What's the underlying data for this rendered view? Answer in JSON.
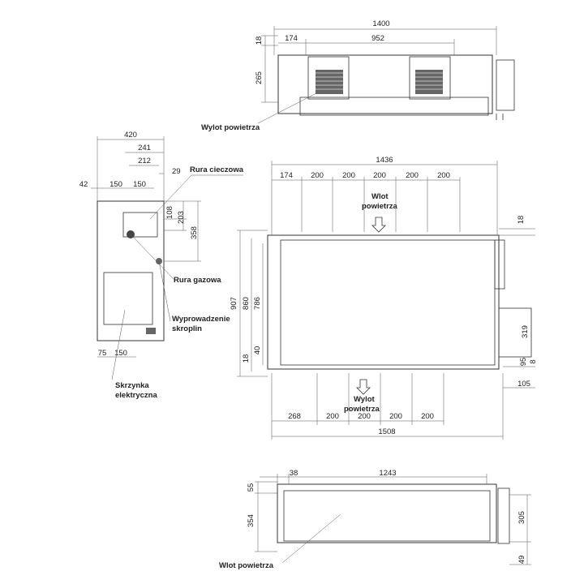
{
  "labels": {
    "wylot_top": "Wylot powietrza",
    "rura_cieczowa": "Rura cieczowa",
    "rura_gazowa": "Rura gazowa",
    "wyprowadzenie_1": "Wyprowadzenie",
    "wyprowadzenie_2": "skroplin",
    "skrzynka_1": "Skrzynka",
    "skrzynka_2": "elektryczna",
    "wlot_main_1": "Wlot",
    "wlot_main_2": "powietrza",
    "wylot_main_1": "Wylot",
    "wylot_main_2": "powietrza",
    "wlot_bottom": "Wlot powietrza"
  },
  "dims_top": {
    "total": "1400",
    "left": "174",
    "span": "952",
    "h_top": "18",
    "h_main": "265"
  },
  "dims_side": {
    "w": "420",
    "a": "241",
    "b": "212",
    "c": "29",
    "d": "42",
    "e": "150",
    "f": "150",
    "g": "108",
    "h": "203",
    "i": "358",
    "j": "75",
    "k": "150"
  },
  "dims_main": {
    "total_top": "1436",
    "t1": "174",
    "t2": "200",
    "t3": "200",
    "t4": "200",
    "t5": "200",
    "t6": "200",
    "r18": "18",
    "h907": "907",
    "h860": "860",
    "h786": "786",
    "h18": "18",
    "h40": "40",
    "r319": "319",
    "r95": "95",
    "r8": "8",
    "r105": "105",
    "b1": "268",
    "b2": "200",
    "b3": "200",
    "b4": "200",
    "b5": "200",
    "total_bottom": "1508"
  },
  "dims_bottom": {
    "d38": "38",
    "d1243": "1243",
    "d55": "55",
    "d354": "354",
    "d305": "305",
    "d49": "49"
  }
}
